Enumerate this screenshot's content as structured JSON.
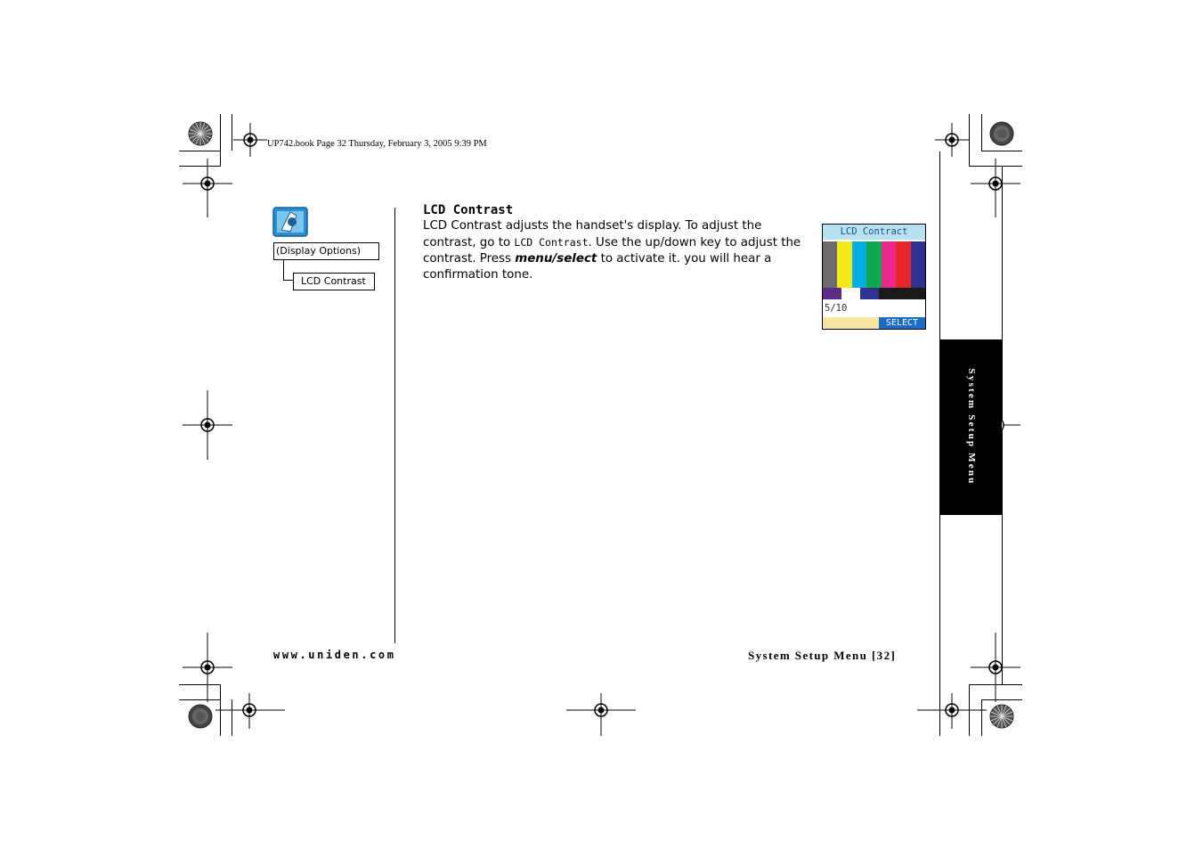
{
  "header": {
    "print_info": "UP742.book  Page 32  Thursday, February 3, 2005  9:39 PM"
  },
  "menu_path": {
    "parent": "(Display Options)",
    "child": "LCD Contrast"
  },
  "section": {
    "title": "LCD Contrast",
    "text_1": "LCD Contrast adjusts the handset's display. To adjust the contrast, go to ",
    "menu_item": "LCD Contrast",
    "text_2": ". Use the up/down key to adjust the contrast. Press ",
    "key_name": "menu/select",
    "text_3": " to activate it. you will hear a confirmation tone."
  },
  "lcd_screen": {
    "title": "LCD Contract",
    "value": "5/10",
    "softkey": "SELECT",
    "color_bars": [
      "#6b6b70",
      "#f4ea17",
      "#00aee6",
      "#10a84f",
      "#e8288e",
      "#e8262a",
      "#2e3192"
    ],
    "lower_bars": [
      "#5b2d86",
      "#ffffff",
      "#2e3192",
      "#1a1a1a"
    ]
  },
  "side_tab": {
    "label": "System Setup Menu"
  },
  "footer": {
    "website": "www.uniden.com",
    "section_page": "System Setup Menu [32]"
  }
}
